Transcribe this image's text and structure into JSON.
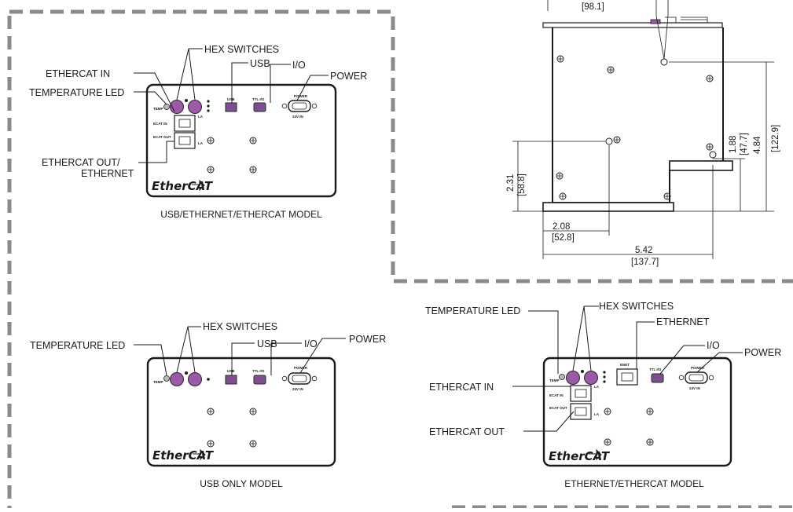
{
  "colors": {
    "switch": "#9b5aa8",
    "connector": "#7d4f90",
    "border_dash": "#8a8a8a",
    "line": "#1a1a1a"
  },
  "models": {
    "usb_ethernet_ethercat": {
      "caption": "USB/ETHERNET/ETHERCAT MODEL",
      "labels": {
        "hex_switches": "HEX SWITCHES",
        "usb": "USB",
        "io": "I/O",
        "power": "POWER",
        "ethercat_in": "ETHERCAT IN",
        "temperature_led": "TEMPERATURE LED",
        "ethercat_out_1": "ETHERCAT OUT/",
        "ethercat_out_2": "ETHERNET"
      }
    },
    "usb_only": {
      "caption": "USB ONLY MODEL",
      "labels": {
        "hex_switches": "HEX SWITCHES",
        "usb": "USB",
        "io": "I/O",
        "power": "POWER",
        "temperature_led": "TEMPERATURE LED"
      }
    },
    "ethernet_ethercat": {
      "caption": "ETHERNET/ETHERCAT MODEL",
      "labels": {
        "temperature_led": "TEMPERATURE LED",
        "hex_switches": "HEX SWITCHES",
        "ethernet": "ETHERNET",
        "io": "I/O",
        "power": "POWER",
        "ethercat_in": "ETHERCAT IN",
        "ethercat_out": "ETHERCAT OUT"
      }
    }
  },
  "panel_text": {
    "logo": "EtherCAT",
    "temp": "TEMP",
    "ecat_in": "ECAT IN",
    "ecat_out": "ECAT OUT",
    "usb": "USB",
    "ttl_io": "TTL I/O",
    "power": "POWER",
    "vin": "24V IN",
    "enet": "ENET",
    "la": "LA"
  },
  "dimensions": {
    "top_mm": "[98.1]",
    "right_in_1": "1.88",
    "right_mm_1": "[47.7]",
    "right_in_2": "4.84",
    "right_mm_2": "[122.9]",
    "left_in": "2.31",
    "left_mm": "[58.8]",
    "bottom_in_1": "2.08",
    "bottom_mm_1": "[52.8]",
    "bottom_in_2": "5.42",
    "bottom_mm_2": "[137.7]"
  }
}
